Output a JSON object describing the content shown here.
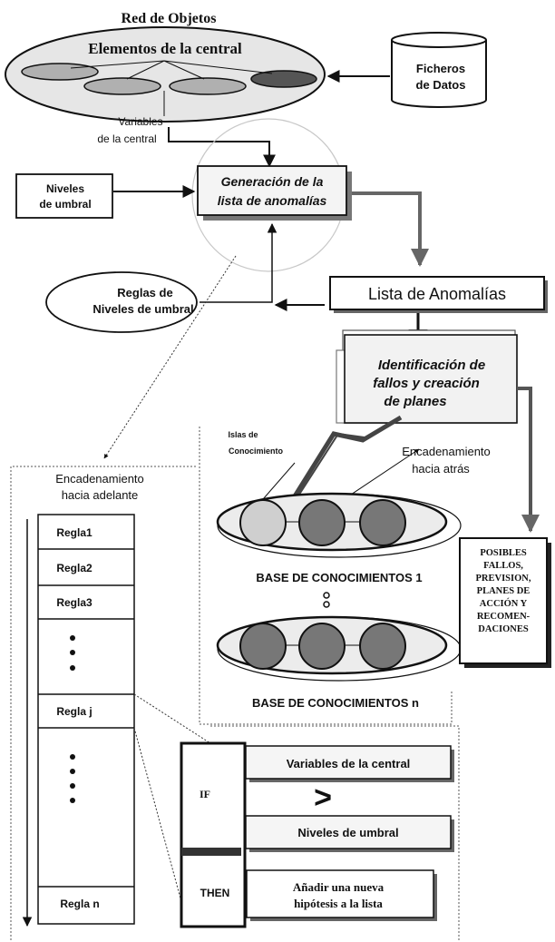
{
  "object_network": {
    "title": "Red de Objetos",
    "plant_elements": "Elementos de la central"
  },
  "data_files": [
    "Ficheros",
    "de Datos"
  ],
  "plant_variables": [
    "Variables",
    "de la central"
  ],
  "threshold_levels": [
    "Niveles",
    "de umbral"
  ],
  "anomaly_generation": [
    "Generación de la",
    "lista de anomalías"
  ],
  "threshold_rules": [
    "Reglas de",
    "Niveles de umbral"
  ],
  "anomaly_list": "Lista de Anomalías",
  "fault_identification": [
    "Identificación de",
    "fallos y creación",
    "de planes"
  ],
  "knowledge_islands": [
    "Islas de",
    "Conocimiento"
  ],
  "backward_chaining": [
    "Encadenamiento",
    "hacia atrás"
  ],
  "knowledge_base_1": "BASE DE CONOCIMIENTOS  1",
  "knowledge_base_n": "BASE DE CONOCIMIENTOS  n",
  "outputs": [
    "POSIBLES",
    "FALLOS,",
    "PREVISION,",
    "PLANES DE",
    "ACCIÓN Y",
    "RECOMEN-",
    "DACIONES"
  ],
  "forward_chaining": [
    "Encadenamiento",
    "hacia adelante"
  ],
  "rules": {
    "rule_1": "Regla1",
    "rule_2": "Regla2",
    "rule_3": "Regla3",
    "rule_j": "Regla j",
    "rule_n": "Regla n"
  },
  "rule_detail": {
    "if_label": "IF",
    "then_label": "THEN",
    "condition_left": "Variables de la central",
    "comparator": ">",
    "condition_right": "Niveles de umbral",
    "action": [
      "Añadir una nueva",
      "hipótesis a la lista"
    ]
  },
  "colors": {
    "ink": "#111111",
    "shadow": "#666666",
    "box_fill": "#f2f2f2",
    "ellipse_fill": "#e4e4e4",
    "node_fill": "#bdbdbd",
    "node_dark": "#555555",
    "line_gray": "#888888"
  }
}
